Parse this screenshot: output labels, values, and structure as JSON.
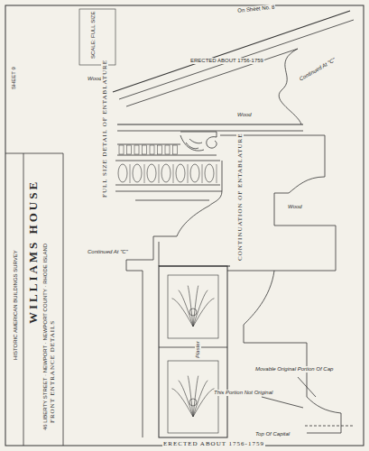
{
  "diagram": {
    "labels": [
      "On Sheet No. 8",
      "Wood",
      "FULL SIZE DETAIL OF ENTABLATURE",
      "ERECTED ABOUT 1756-1759",
      "Wood",
      "Continued At \"C\"",
      "CONTINUATION OF ENTABLATURE",
      "Wood",
      "Continued At \"C\"",
      "FRONT ENTRANCE DETAILS",
      "WILLIAMS HOUSE",
      "46 LIBERTY STREET · NEWPORT · NEWPORT COUNTY · RHODE ISLAND",
      "Plaster",
      "Movable Original Portion Of Cap",
      "This Portion Not Original",
      "Top Of Capital",
      "ERECTED ABOUT 1756-1759",
      "HISTORIC AMERICAN BUILDINGS SURVEY",
      "SCALE: FULL SIZE",
      "SHEET 9"
    ]
  }
}
